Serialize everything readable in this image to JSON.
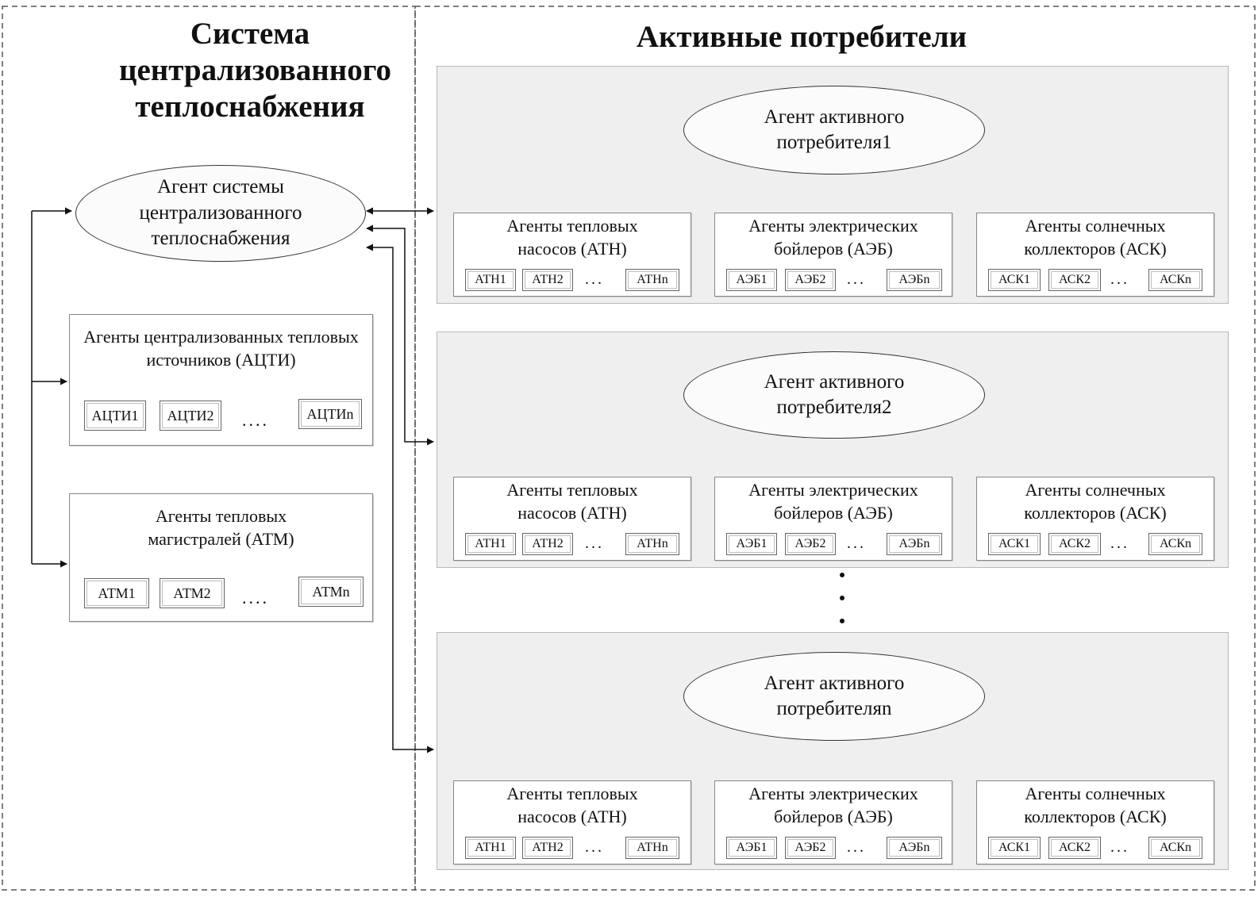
{
  "left_section": {
    "title": "Система централизованного теплоснабжения",
    "central_agent": "Агент системы централизованного теплоснабжения",
    "groups": [
      {
        "title": "Агенты централизованных тепловых источников (АЦТИ)",
        "items": [
          "АЦТИ1",
          "АЦТИ2",
          "АЦТИn"
        ],
        "ellipsis": "...."
      },
      {
        "title": "Агенты тепловых магистралей (АТМ)",
        "items": [
          "АТМ1",
          "АТМ2",
          "АТМn"
        ],
        "ellipsis": "...."
      }
    ]
  },
  "right_section": {
    "title": "Активные потребители",
    "consumers": [
      {
        "agent": "Агент активного потребителя1",
        "groups": [
          {
            "title": "Агенты тепловых насосов (АТН)",
            "items": [
              "АТН1",
              "АТН2",
              "АТНn"
            ],
            "ellipsis": "..."
          },
          {
            "title": "Агенты электрических бойлеров (АЭБ)",
            "items": [
              "АЭБ1",
              "АЭБ2",
              "АЭБn"
            ],
            "ellipsis": "..."
          },
          {
            "title": "Агенты солнечных коллекторов (АСК)",
            "items": [
              "АСК1",
              "АСК2",
              "АСКn"
            ],
            "ellipsis": "..."
          }
        ]
      },
      {
        "agent": "Агент активного потребителя2",
        "groups": [
          {
            "title": "Агенты тепловых насосов (АТН)",
            "items": [
              "АТН1",
              "АТН2",
              "АТНn"
            ],
            "ellipsis": "..."
          },
          {
            "title": "Агенты электрических бойлеров (АЭБ)",
            "items": [
              "АЭБ1",
              "АЭБ2",
              "АЭБn"
            ],
            "ellipsis": "..."
          },
          {
            "title": "Агенты солнечных коллекторов (АСК)",
            "items": [
              "АСК1",
              "АСК2",
              "АСКn"
            ],
            "ellipsis": "..."
          }
        ]
      },
      {
        "agent": "Агент активного потребителяn",
        "groups": [
          {
            "title": "Агенты тепловых насосов (АТН)",
            "items": [
              "АТН1",
              "АТН2",
              "АТНn"
            ],
            "ellipsis": "..."
          },
          {
            "title": "Агенты электрических бойлеров (АЭБ)",
            "items": [
              "АЭБ1",
              "АЭБ2",
              "АЭБn"
            ],
            "ellipsis": "..."
          },
          {
            "title": "Агенты солнечных коллекторов (АСК)",
            "items": [
              "АСК1",
              "АСК2",
              "АСКn"
            ],
            "ellipsis": "..."
          }
        ]
      }
    ]
  }
}
